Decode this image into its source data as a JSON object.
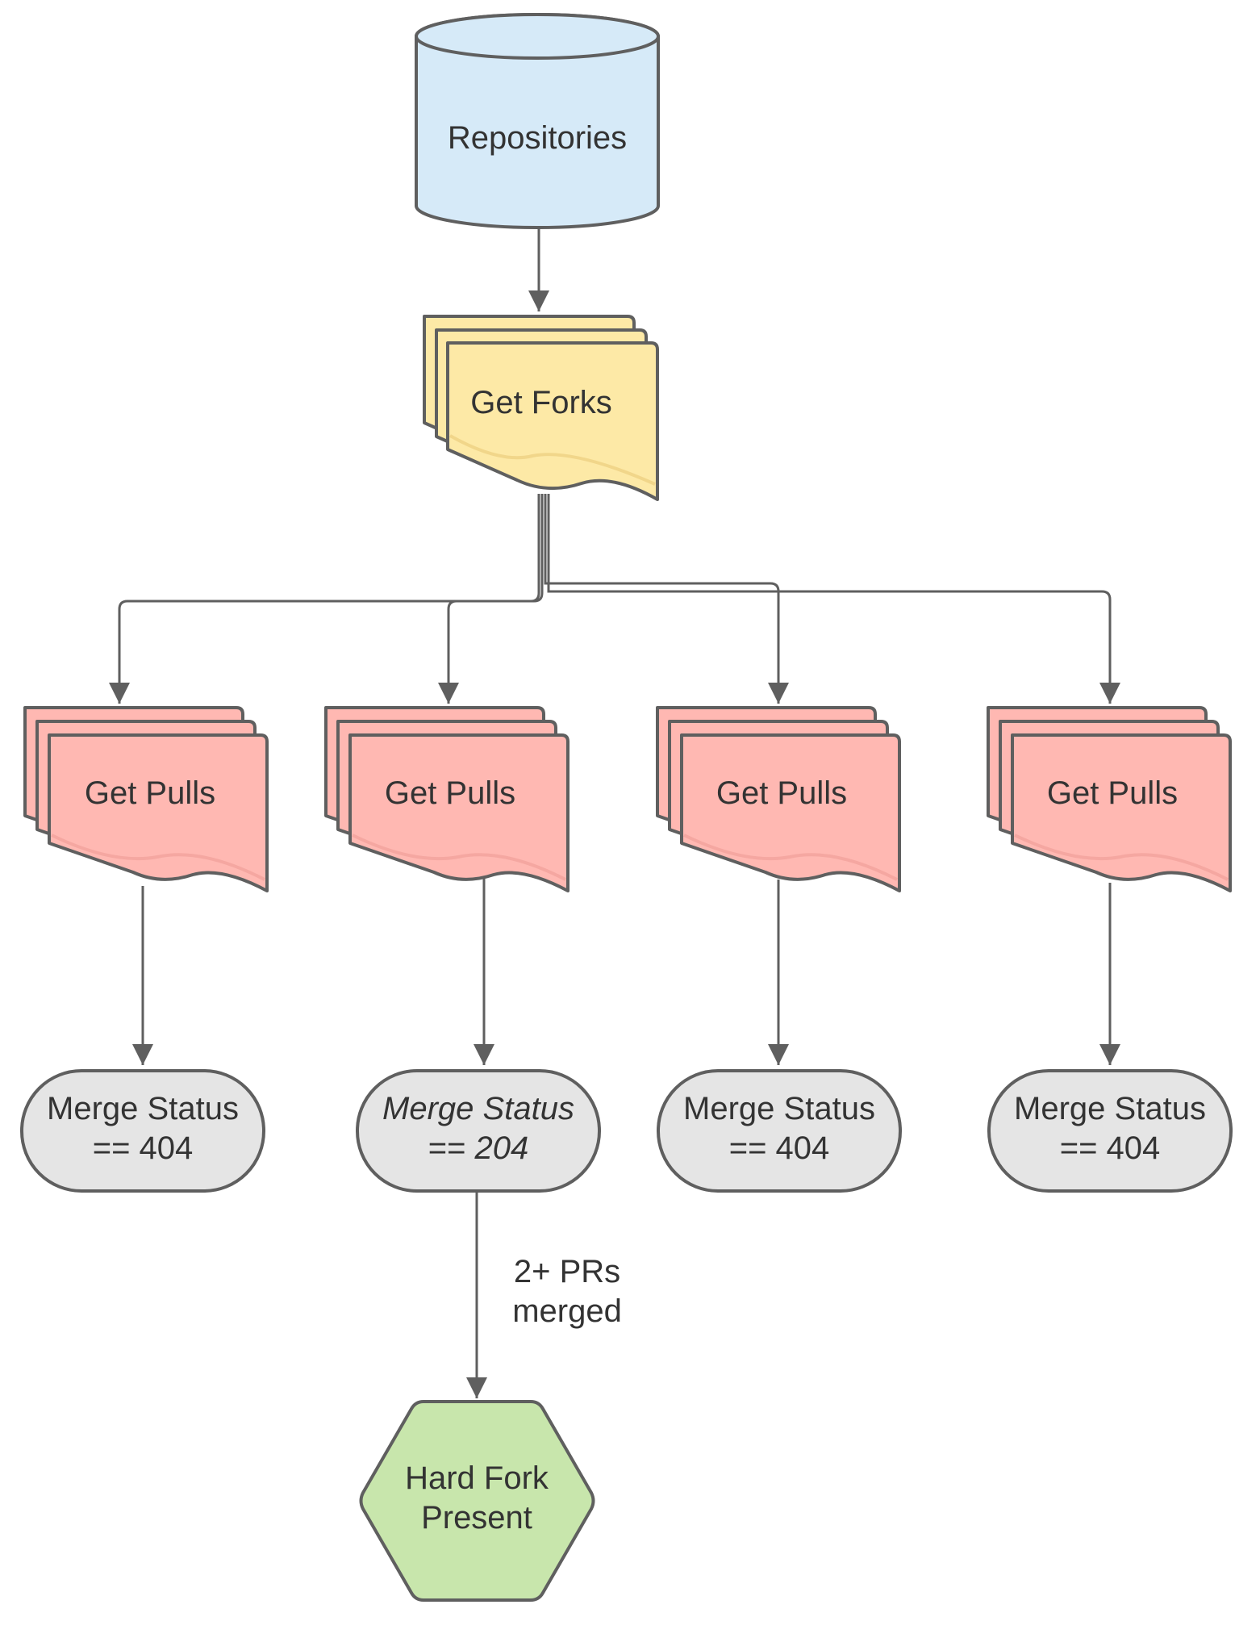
{
  "colors": {
    "repository_fill": "#d6eaf8",
    "forks_fill": "#fde9a6",
    "pulls_fill": "#ffb8b2",
    "status_fill": "#e5e5e5",
    "result_fill": "#c8e6ac",
    "stroke": "#5f5f5f",
    "text": "#333333"
  },
  "nodes": {
    "repositories": {
      "label": "Repositories",
      "shape": "database-cylinder"
    },
    "get_forks": {
      "label": "Get Forks",
      "shape": "multiple-documents"
    },
    "get_pulls": [
      {
        "label": "Get Pulls",
        "shape": "multiple-documents"
      },
      {
        "label": "Get Pulls",
        "shape": "multiple-documents"
      },
      {
        "label": "Get Pulls",
        "shape": "multiple-documents"
      },
      {
        "label": "Get Pulls",
        "shape": "multiple-documents"
      }
    ],
    "merge_status": [
      {
        "line1": "Merge Status",
        "line2_prefix": "==",
        "line2_value": "404",
        "italic": false
      },
      {
        "line1": "Merge Status",
        "line2_prefix": "==",
        "line2_value": "204",
        "italic": true
      },
      {
        "line1": "Merge Status",
        "line2_prefix": "==",
        "line2_value": "404",
        "italic": false
      },
      {
        "line1": "Merge Status",
        "line2_prefix": "==",
        "line2_value": "404",
        "italic": false
      }
    ],
    "hard_fork": {
      "line1": "Hard Fork",
      "line2": "Present",
      "shape": "hexagon"
    }
  },
  "edges": [
    {
      "from": "repositories",
      "to": "get_forks"
    },
    {
      "from": "get_forks",
      "to": "get_pulls.0"
    },
    {
      "from": "get_forks",
      "to": "get_pulls.1"
    },
    {
      "from": "get_forks",
      "to": "get_pulls.2"
    },
    {
      "from": "get_forks",
      "to": "get_pulls.3"
    },
    {
      "from": "get_pulls.0",
      "to": "merge_status.0"
    },
    {
      "from": "get_pulls.1",
      "to": "merge_status.1"
    },
    {
      "from": "get_pulls.2",
      "to": "merge_status.2"
    },
    {
      "from": "get_pulls.3",
      "to": "merge_status.3"
    },
    {
      "from": "merge_status.1",
      "to": "hard_fork",
      "label_line1": "2+ PRs",
      "label_line2": "merged"
    }
  ]
}
